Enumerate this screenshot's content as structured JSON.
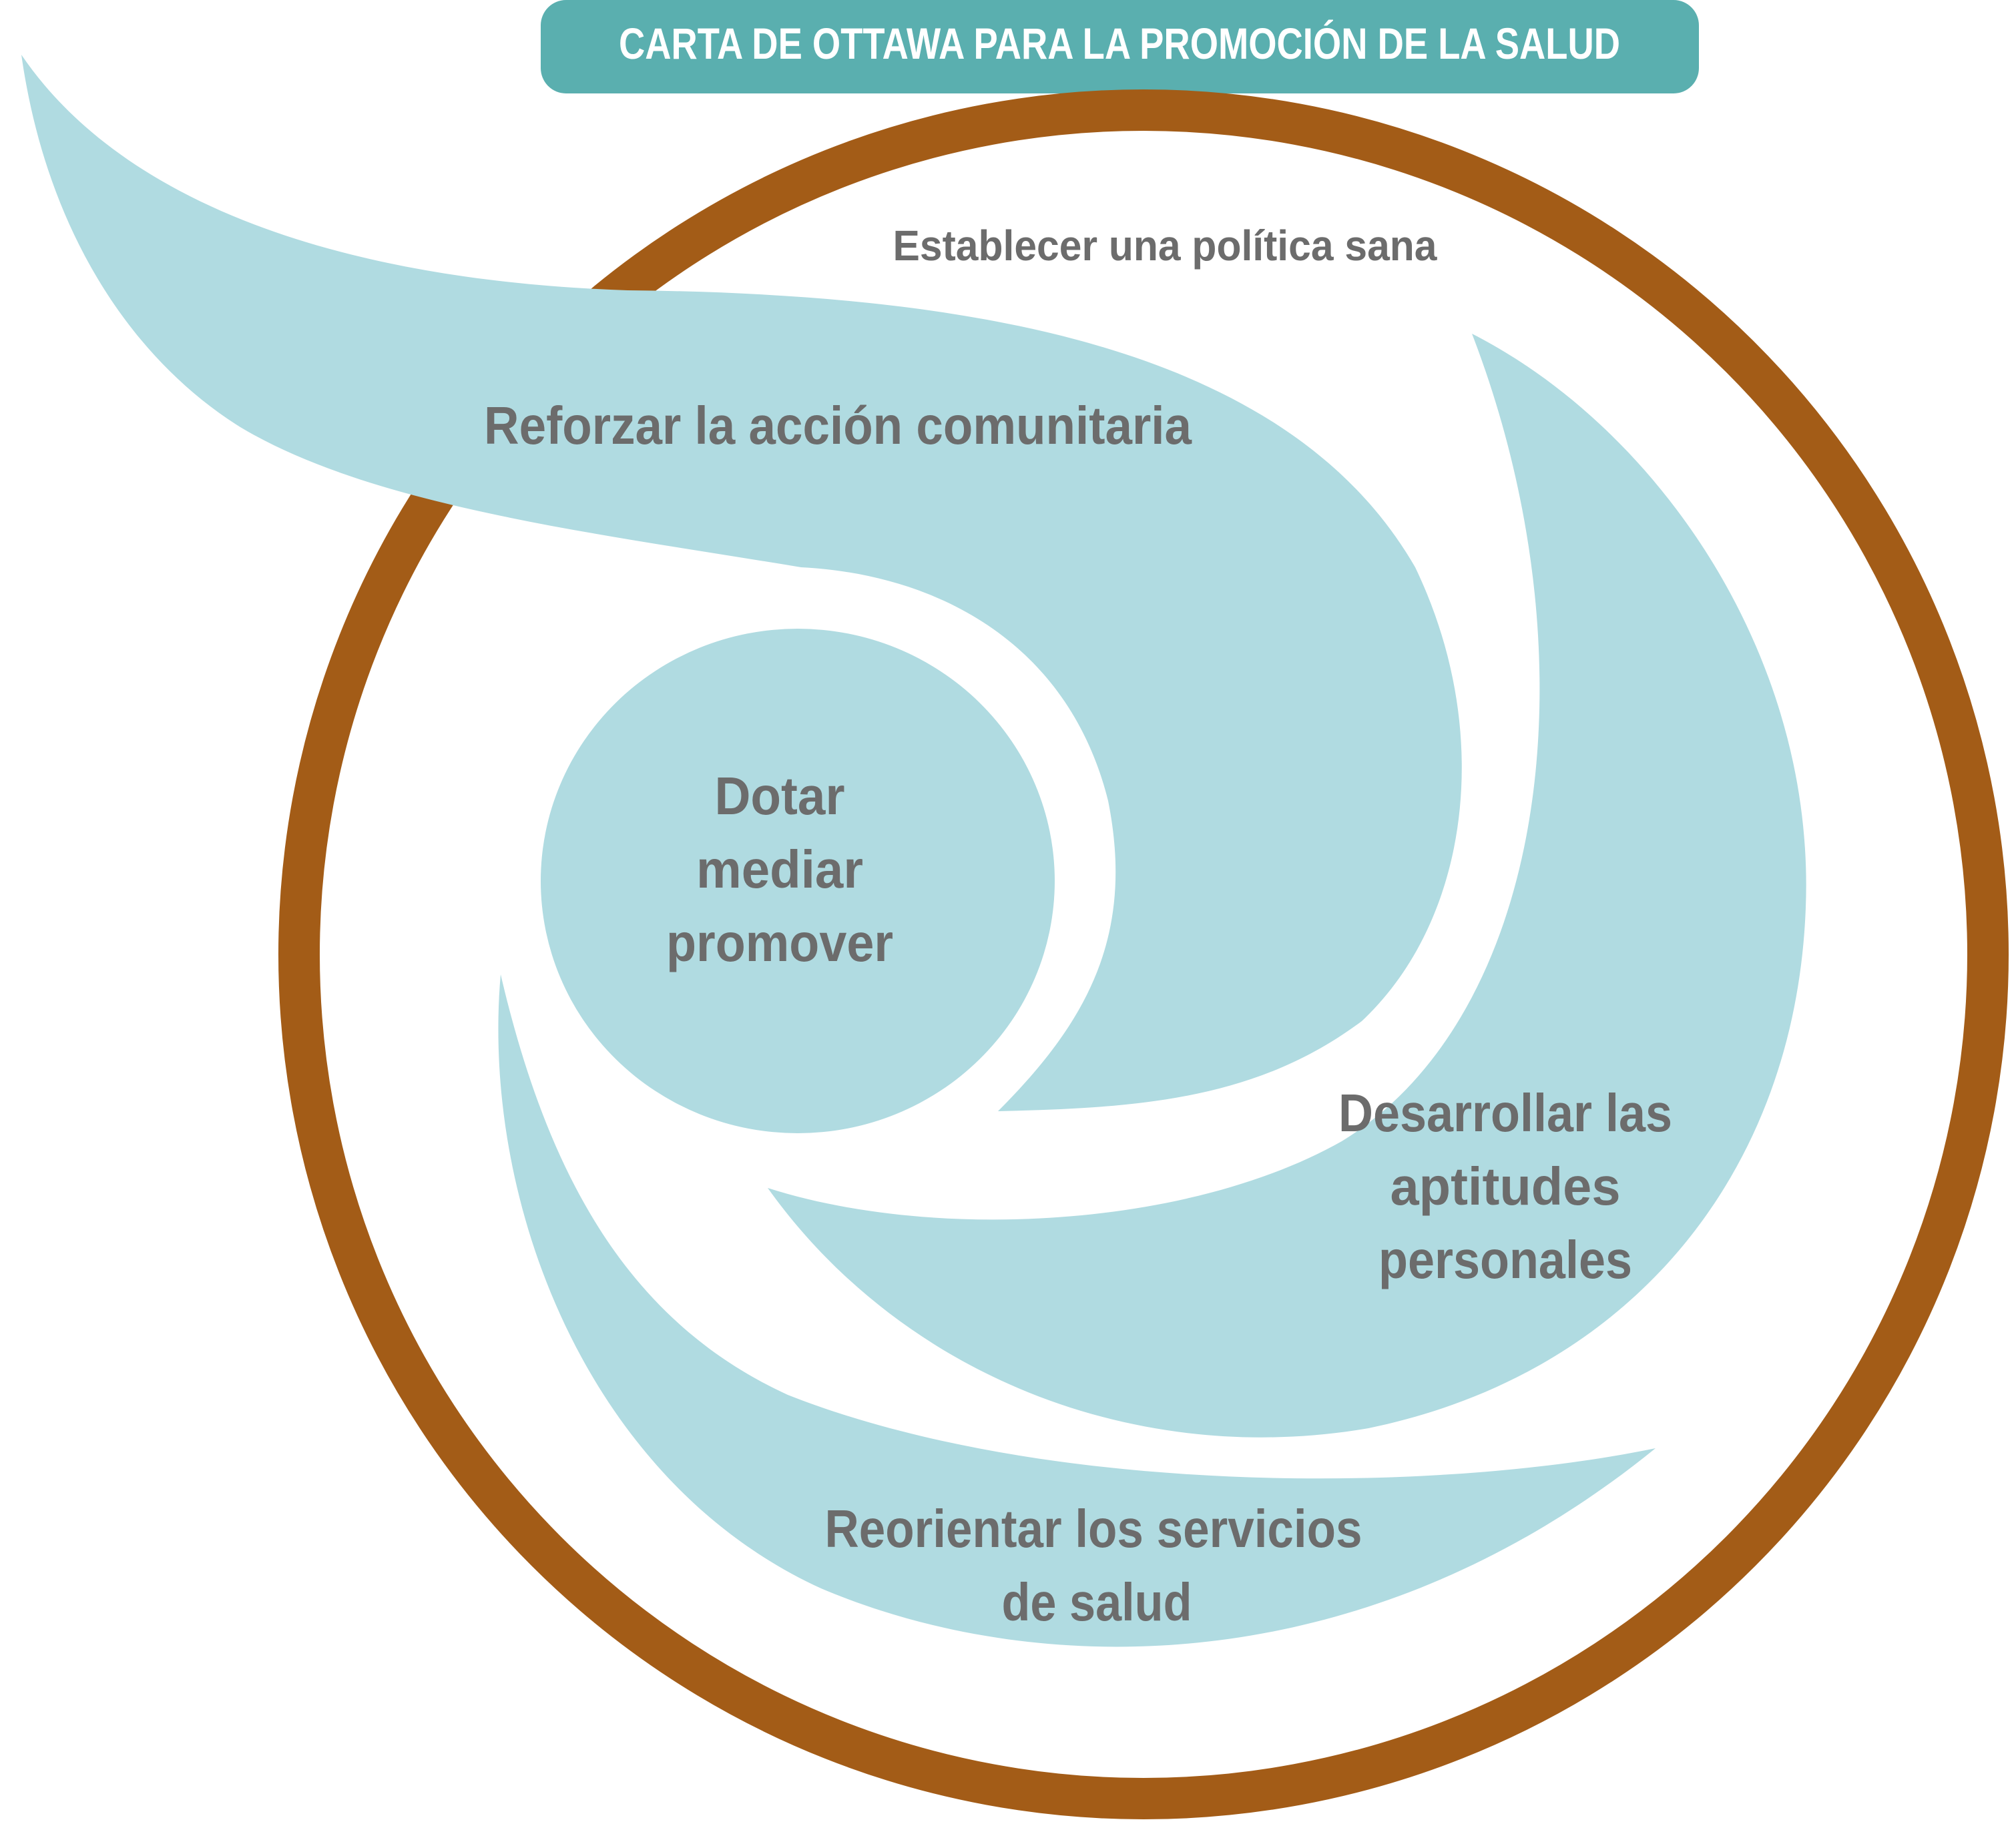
{
  "title": "CARTA DE OTTAWA PARA LA PROMOCIÓN DE LA SALUD",
  "outer_label": "Establecer una política sana",
  "labels": {
    "community": "Reforzar la acción comunitaria",
    "center": [
      "Dotar",
      "mediar",
      "promover"
    ],
    "skills": [
      "Desarrollar las",
      "aptitudes",
      "personales"
    ],
    "services": [
      "Reorientar los servicios",
      "de salud"
    ]
  },
  "colors": {
    "banner": "#5aafaf",
    "banner_text": "#ffffff",
    "ring": "#a35c17",
    "swirl": "#b0dbe1",
    "text": "#6c6c6c"
  }
}
